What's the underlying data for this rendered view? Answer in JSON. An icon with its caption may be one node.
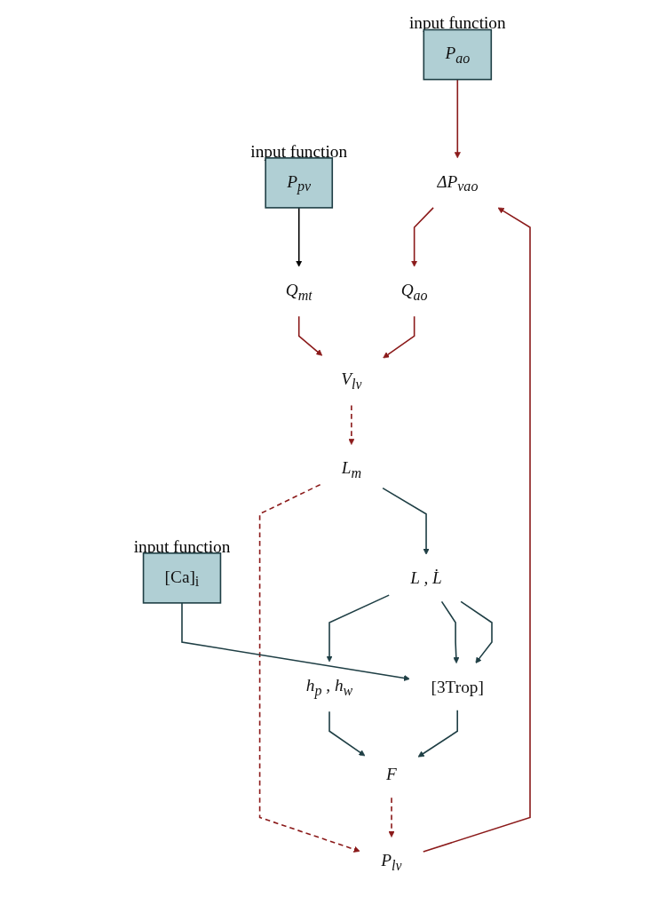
{
  "diagram": {
    "nodes": [
      {
        "text": [
          "P$_{ao}$"
        ],
        "beside": [
          "input function"
        ]
      },
      {
        "text": [
          "Q$_{mt}$"
        ]
      },
      {
        "text": [
          "V$_{lv}$"
        ]
      },
      {
        "text": [
          "Q$_{ao}$"
        ]
      },
      {
        "text": [
          "ΔP$_{vao}$"
        ]
      },
      {
        "text": [
          "P$_{pv}$"
        ],
        "beside": [
          "input function"
        ]
      },
      {
        "text": [
          "P$_{lv}$"
        ]
      },
      {
        "text": [
          "L$_{m}$"
        ]
      },
      {
        "text": [
          "L , L̇"
        ]
      },
      {
        "text": [
          "h$_{p}$ , h$_{w}$"
        ]
      },
      {
        "text": [
          "F"
        ]
      },
      {
        "text": [
          "[3Trop]"
        ]
      },
      {
        "text": [
          "[Ca]$_{i}$"
        ],
        "beside": [
          "input function"
        ]
      }
    ],
    "edges": [
      {
        "from": 0,
        "to": 4,
        "arrow": "to"
      },
      {
        "from": 4,
        "to": 3,
        "arrow": "to"
      },
      {
        "from": 3,
        "to": 2,
        "arrow": "to"
      },
      {
        "from": 1,
        "to": 2,
        "arrow": "to"
      },
      {
        "from": 5,
        "to": 1,
        "arrow": "to",
        "color": "#000000"
      },
      {
        "from": 2,
        "to": 7,
        "arrow": "to",
        "style": "dashed"
      },
      {
        "from": 7,
        "to": 6,
        "arrow": "to",
        "style": "dashed"
      },
      {
        "from": 10,
        "to": 6,
        "arrow": "to",
        "style": "dashed"
      },
      {
        "from": 6,
        "to": 4,
        "arrow": "to"
      },
      {
        "from": 7,
        "to": 8,
        "arrow": "to",
        "color": "#1f3f45"
      },
      {
        "from": 8,
        "to": 9,
        "arrow": "to",
        "color": "#1f3f45"
      },
      {
        "from": 9,
        "to": 10,
        "arrow": "to",
        "color": "#1f3f45"
      },
      {
        "from": 8,
        "to": 11,
        "arrow": "to",
        "color": "#1f3f45"
      },
      {
        "from": 8,
        "to": 11,
        "arrow": "to",
        "color": "#1f3f45"
      },
      {
        "from": 11,
        "to": 10,
        "arrow": "to",
        "color": "#1f3f45"
      },
      {
        "from": 12,
        "to": 11,
        "arrow": "to",
        "color": "#1f3f45"
      }
    ]
  }
}
